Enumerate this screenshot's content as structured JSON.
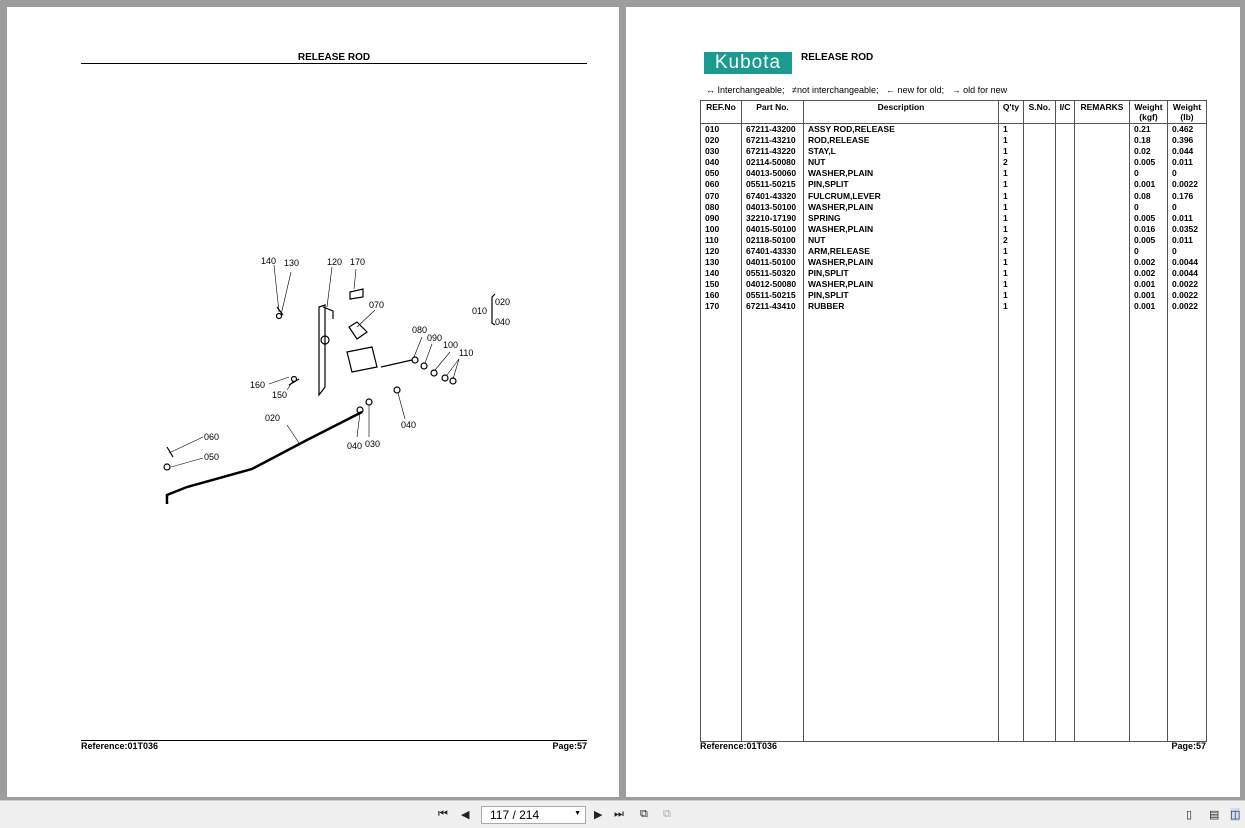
{
  "left_page": {
    "title": "RELEASE ROD",
    "reference": "Reference:01T036",
    "page": "Page:57",
    "callouts": [
      "140",
      "130",
      "120",
      "170",
      "070",
      "010",
      "020",
      "040",
      "080",
      "090",
      "100",
      "110",
      "160",
      "150",
      "020",
      "040",
      "030",
      "060",
      "050"
    ]
  },
  "right_page": {
    "logo": "Kubota",
    "title": "RELEASE ROD",
    "legend": "↔ Interchangeable;   ≠not interchangeable;   ← new for old;   → old for new",
    "columns": [
      "REF.No",
      "Part No.",
      "Description",
      "Q'ty",
      "S.No.",
      "I/C",
      "REMARKS",
      "Weight (kgf)",
      "Weight (lb)"
    ],
    "rows": [
      [
        "010",
        "67211-43200",
        "ASSY ROD,RELEASE",
        "1",
        "",
        "",
        "",
        "0.21",
        "0.462"
      ],
      [
        "020",
        "67211-43210",
        "ROD,RELEASE",
        "1",
        "",
        "",
        "",
        "0.18",
        "0.396"
      ],
      [
        "030",
        "67211-43220",
        "STAY,L",
        "1",
        "",
        "",
        "",
        "0.02",
        "0.044"
      ],
      [
        "040",
        "02114-50080",
        "NUT",
        "2",
        "",
        "",
        "",
        "0.005",
        "0.011"
      ],
      [
        "050",
        "04013-50060",
        "WASHER,PLAIN",
        "1",
        "",
        "",
        "",
        "0",
        "0"
      ],
      [
        "060",
        "05511-50215",
        "PIN,SPLIT",
        "1",
        "",
        "",
        "",
        "0.001",
        "0.0022"
      ],
      [
        "070",
        "67401-43320",
        "FULCRUM,LEVER",
        "1",
        "",
        "",
        "",
        "0.08",
        "0.176"
      ],
      [
        "080",
        "04013-50100",
        "WASHER,PLAIN",
        "1",
        "",
        "",
        "",
        "0",
        "0"
      ],
      [
        "090",
        "32210-17190",
        "SPRING",
        "1",
        "",
        "",
        "",
        "0.005",
        "0.011"
      ],
      [
        "100",
        "04015-50100",
        "WASHER,PLAIN",
        "1",
        "",
        "",
        "",
        "0.016",
        "0.0352"
      ],
      [
        "110",
        "02118-50100",
        "NUT",
        "2",
        "",
        "",
        "",
        "0.005",
        "0.011"
      ],
      [
        "120",
        "67401-43330",
        "ARM,RELEASE",
        "1",
        "",
        "",
        "",
        "0",
        "0"
      ],
      [
        "130",
        "04011-50100",
        "WASHER,PLAIN",
        "1",
        "",
        "",
        "",
        "0.002",
        "0.0044"
      ],
      [
        "140",
        "05511-50320",
        "PIN,SPLIT",
        "1",
        "",
        "",
        "",
        "0.002",
        "0.0044"
      ],
      [
        "150",
        "04012-50080",
        "WASHER,PLAIN",
        "1",
        "",
        "",
        "",
        "0.001",
        "0.0022"
      ],
      [
        "160",
        "05511-50215",
        "PIN,SPLIT",
        "1",
        "",
        "",
        "",
        "0.001",
        "0.0022"
      ],
      [
        "170",
        "67211-43410",
        "RUBBER",
        "1",
        "",
        "",
        "",
        "0.001",
        "0.0022"
      ]
    ],
    "reference": "Reference:01T036",
    "page": "Page:57"
  },
  "toolbar": {
    "page_indicator": "117 / 214"
  },
  "colors": {
    "kubota": "#1a9b8f"
  }
}
